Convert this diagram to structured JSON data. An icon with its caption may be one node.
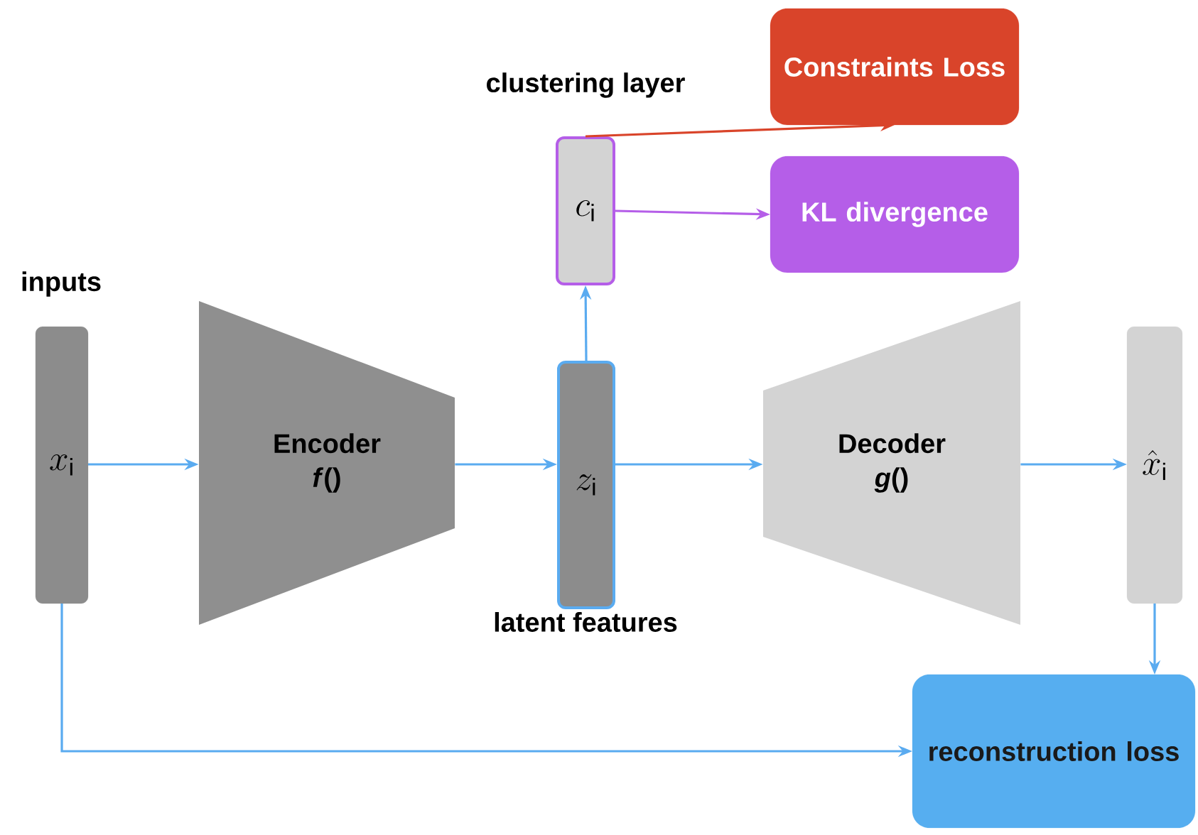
{
  "diagram": {
    "nodes": [
      {
        "text": [
          "x_\\mathrm{i}"
        ],
        "beside": [
          "inputs"
        ]
      },
      {
        "text": [
          "Encoder",
          "*f*()"
        ]
      },
      {
        "text": [
          "z_\\mathrm{i}"
        ],
        "beside": [
          "latent features"
        ]
      },
      {
        "text": [
          "c_\\mathrm{i}"
        ],
        "beside": [
          "clustering layer"
        ]
      },
      {
        "text": [
          "Constraints Loss"
        ]
      },
      {
        "text": [
          "KL divergence"
        ]
      },
      {
        "text": [
          "Decoder",
          "*g*()"
        ]
      },
      {
        "text": [
          "\\hat{x}_\\mathrm{i}"
        ]
      },
      {
        "text": [
          "reconstruction loss"
        ]
      }
    ],
    "edges": [
      {
        "from": 0,
        "to": 1,
        "arrow": "to"
      },
      {
        "from": 1,
        "to": 2,
        "arrow": "to"
      },
      {
        "from": 2,
        "to": 3,
        "arrow": "to"
      },
      {
        "from": 3,
        "to": 4,
        "arrow": "to",
        "color": "#d9442a"
      },
      {
        "from": 3,
        "to": 5,
        "arrow": "to",
        "color": "#b55ee8"
      },
      {
        "from": 2,
        "to": 6,
        "arrow": "to"
      },
      {
        "from": 6,
        "to": 7,
        "arrow": "to"
      },
      {
        "from": 7,
        "to": 8,
        "arrow": "to"
      },
      {
        "from": 0,
        "to": 8,
        "arrow": "to"
      }
    ]
  }
}
